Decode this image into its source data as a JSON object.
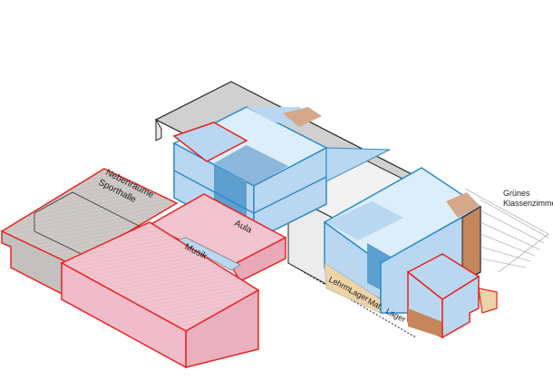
{
  "labels": {
    "nebenraeume_line1": "Nebenräume",
    "nebenraeume_line2": "Sporthalle",
    "aula": "Aula",
    "musik": "Musik",
    "lehrm": "Lehrm.",
    "lager1": "Lager",
    "mat": "Mat.",
    "lager2": "Lager",
    "gruenes_line1": "Grünes",
    "gruenes_line2": "Klassenzimmer"
  },
  "colors": {
    "existing_outline": "#e8231f",
    "new_outline": "#2a8ccc",
    "pink": "#f2c4cf",
    "gray": "#cdc9c6",
    "blue_light": "#dceefa",
    "blue_mid": "#b9d7f0",
    "blue_dark": "#8db6db",
    "brown": "#c4865a",
    "tan": "#edd3a8"
  }
}
